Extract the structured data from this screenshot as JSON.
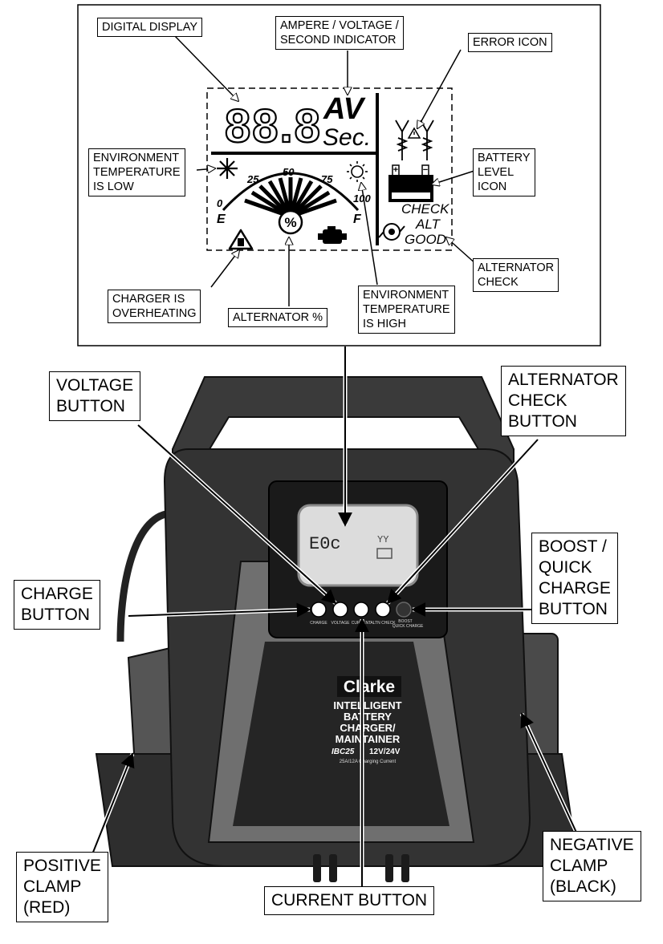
{
  "lcd": {
    "digits": "88.8",
    "unit_top": "AV",
    "unit_bottom": "Sec.",
    "ticks": [
      "0",
      "25",
      "50",
      "75",
      "100"
    ],
    "empty_mark": "E",
    "full_mark": "F",
    "percent_symbol": "%",
    "battery_plus": "+",
    "battery_minus": "−",
    "alt_check_lines": [
      "CHECK",
      "ALT",
      "GOOD"
    ]
  },
  "labels": {
    "digital_display": [
      "DIGITAL DISPLAY"
    ],
    "ampere_voltage_second": [
      "AMPERE / VOLTAGE /",
      "SECOND INDICATOR"
    ],
    "error_icon": [
      "ERROR ICON"
    ],
    "env_temp_low": [
      "ENVIRONMENT",
      "TEMPERATURE",
      "IS LOW"
    ],
    "battery_level_icon": [
      "BATTERY",
      "LEVEL",
      "ICON"
    ],
    "alternator_check": [
      "ALTERNATOR",
      "CHECK"
    ],
    "charger_overheating": [
      "CHARGER IS",
      "OVERHEATING"
    ],
    "alternator_percent": [
      "ALTERNATOR %"
    ],
    "env_temp_high": [
      "ENVIRONMENT",
      "TEMPERATURE",
      "IS HIGH"
    ],
    "voltage_button": [
      "VOLTAGE",
      "BUTTON"
    ],
    "alternator_check_button": [
      "ALTERNATOR",
      "CHECK",
      "BUTTON"
    ],
    "boost_quick_charge_button": [
      "BOOST /",
      "QUICK",
      "CHARGE",
      "BUTTON"
    ],
    "charge_button": [
      "CHARGE",
      "BUTTON"
    ],
    "negative_clamp": [
      "NEGATIVE",
      "CLAMP",
      "(BLACK)"
    ],
    "positive_clamp": [
      "POSITIVE",
      "CLAMP",
      "(RED)"
    ],
    "current_button": [
      "CURRENT BUTTON"
    ]
  },
  "device": {
    "screen_text": "E0c",
    "screen_right": "YY",
    "button_labels": [
      "CHARGE",
      "VOLTAGE",
      "CURRENT",
      "ALTN CHECK",
      "BOOST",
      "QUICK CHARGE"
    ],
    "brand": "Clarke",
    "product_lines": [
      "INTELLIGENT",
      "BATTERY",
      "CHARGER/",
      "MAINTAINER"
    ],
    "model": "IBC25",
    "voltage": "12V/24V",
    "spec": "25A/12A Charging Current"
  }
}
